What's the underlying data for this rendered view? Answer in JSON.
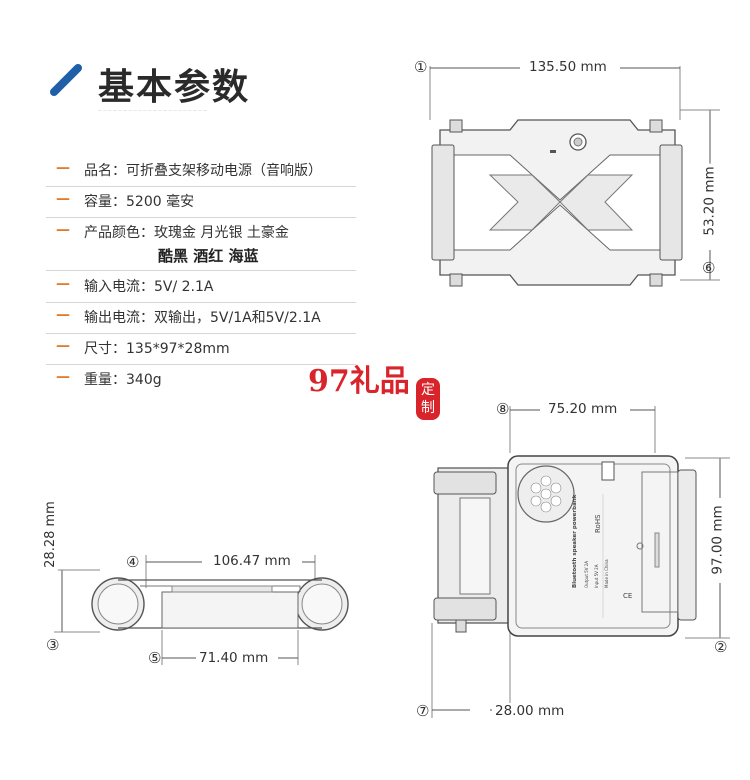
{
  "title": {
    "heading": "基本参数",
    "subtitle": "——————————————————————"
  },
  "specs": [
    {
      "label": "品名：可折叠支架移动电源（音响版）"
    },
    {
      "label": "容量：5200 毫安"
    },
    {
      "label": "产品颜色：玫瑰金 月光银 土豪金",
      "line2": "酷黑   酒红   海蓝"
    },
    {
      "label": "输入电流：5V/ 2.1A"
    },
    {
      "label": "输出电流：双输出，5V/1A和5V/2.1A"
    },
    {
      "label": "尺寸：135*97*28mm"
    },
    {
      "label": "重量：340g"
    }
  ],
  "stamp": {
    "brand": "97礼品",
    "seal": "定制"
  },
  "dimensions": {
    "d1": {
      "marker": "①",
      "value": "135.50 mm"
    },
    "d6": {
      "marker": "⑥",
      "value": "53.20 mm"
    },
    "d8": {
      "marker": "⑧",
      "value": "75.20 mm"
    },
    "d2": {
      "marker": "②",
      "value": "97.00 mm"
    },
    "d7": {
      "marker": "⑦",
      "value": "28.00 mm"
    },
    "d3": {
      "marker": "③",
      "value": "28.28 mm"
    },
    "d4": {
      "marker": "④",
      "value": "106.47 mm"
    },
    "d5": {
      "marker": "⑤",
      "value": "71.40 mm"
    }
  },
  "label_text": {
    "title": "Bluetooth speaker powerbank",
    "ce": "CE",
    "rohs": "RoHS"
  },
  "colors": {
    "accent": "#1f5fa8",
    "dash": "#e07b2a",
    "stamp": "#d8242a"
  }
}
